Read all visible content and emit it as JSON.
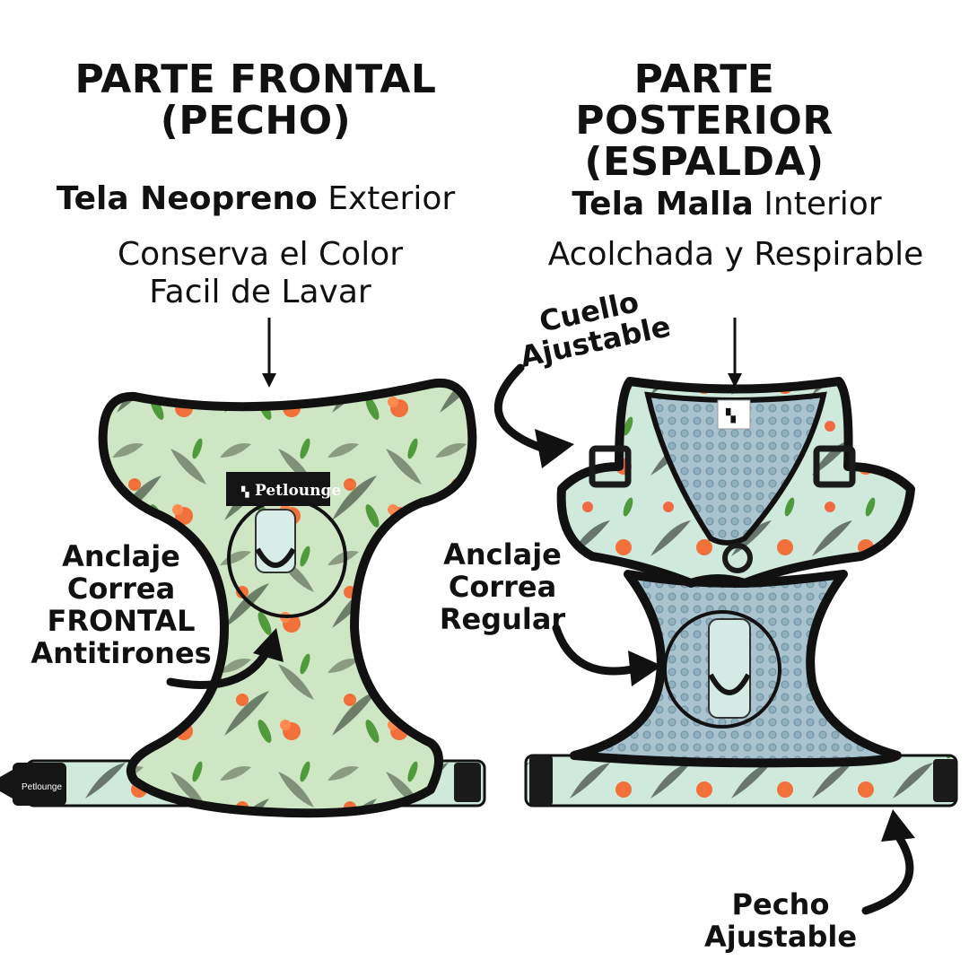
{
  "front": {
    "heading_line1": "PARTE FRONTAL",
    "heading_line2": "(PECHO)",
    "fabric_bold": "Tela Neopreno",
    "fabric_rest": " Exterior",
    "feature_line1": "Conserva el Color",
    "feature_line2": "Facil de Lavar",
    "brand_tag": "Petlounge",
    "anchor_label": [
      "Anclaje",
      "Correa",
      "FRONTAL",
      "Antitirones"
    ]
  },
  "back": {
    "heading_line1": "PARTE POSTERIOR",
    "heading_line2": "(ESPALDA)",
    "fabric_bold": "Tela Malla",
    "fabric_rest": " Interior",
    "feature_line1": "Acolchada y Respirable",
    "neck_label": [
      "Cuello",
      "Ajustable"
    ],
    "anchor_label": [
      "Anclaje",
      "Correa",
      "Regular"
    ],
    "chest_label": [
      "Pecho",
      "Ajustable"
    ]
  },
  "colors": {
    "print_base": "#cfe6c4",
    "leaf_dark": "#4a5a48",
    "parrot": "#4f9a3a",
    "flower": "#f2703a",
    "mesh": "#a9c3cf",
    "binding": "#111111"
  }
}
